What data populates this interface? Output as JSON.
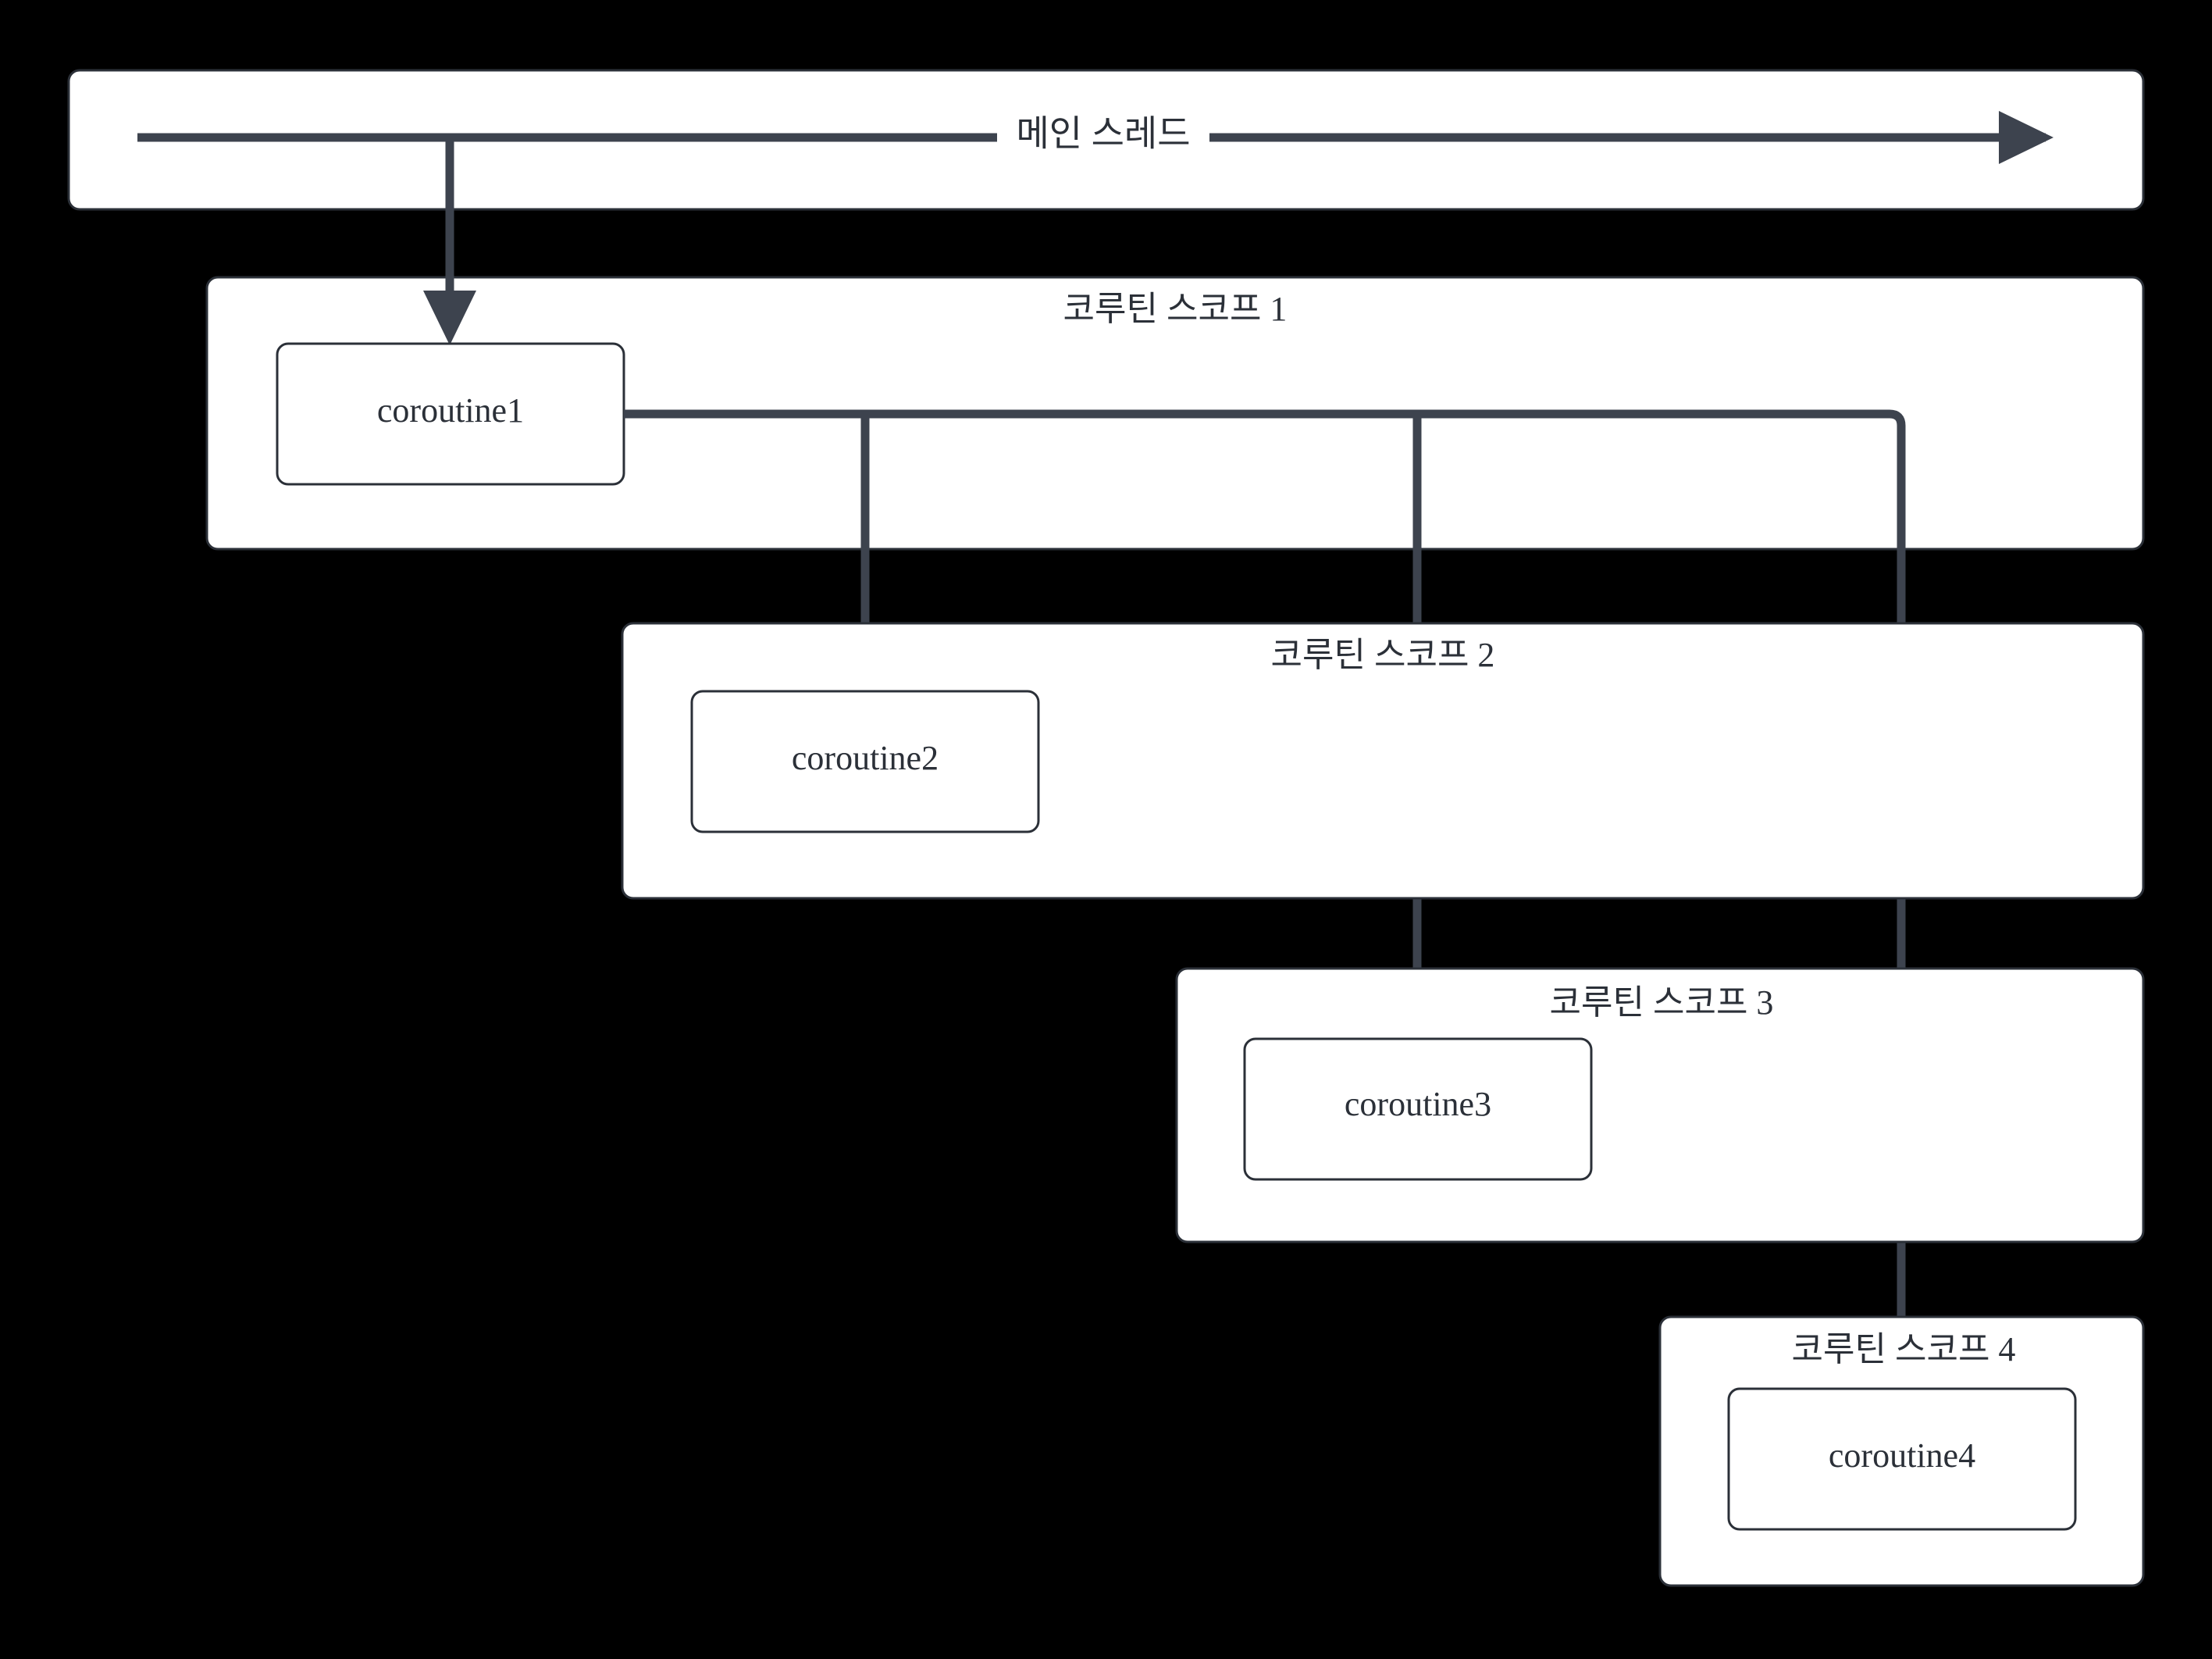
{
  "diagram": {
    "title": "Kotlin coroutine scope hierarchy diagram",
    "background_color": "#000000",
    "box_fill_color": "#ffffff",
    "box_stroke_color": "#2b3038",
    "line_color": "#3d434e",
    "main_thread": {
      "label": "메인 스레드",
      "arrow_direction": "right"
    },
    "scopes": [
      {
        "label": "코루틴 스코프 1",
        "coroutine": "coroutine1"
      },
      {
        "label": "코루틴 스코프 2",
        "coroutine": "coroutine2"
      },
      {
        "label": "코루틴 스코프 3",
        "coroutine": "coroutine3"
      },
      {
        "label": "코루틴 스코프 4",
        "coroutine": "coroutine4"
      }
    ]
  }
}
